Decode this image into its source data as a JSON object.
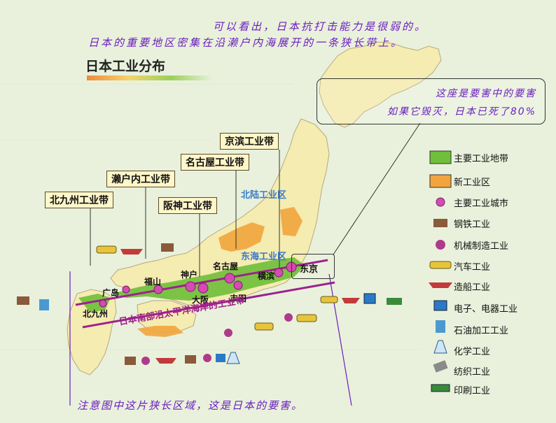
{
  "header": {
    "line1": "可以看出，日本抗打击能力是很弱的。",
    "line2": "日本的重要地区密集在沿濑户内海展开的一条狭长带上。"
  },
  "map_title": "日本工业分布",
  "callout": {
    "line1": "这座是要害中的要害",
    "line2": "如果它毁灭，日本已死了80%"
  },
  "belts": {
    "keihin": "京滨工业带",
    "nagoya": "名古屋工业带",
    "setouchi": "濑户内工业带",
    "hanshin": "阪神工业带",
    "kitakyushu": "北九州工业带",
    "pacific": "日本南部沿太平洋海岸的工业带"
  },
  "regions": {
    "hokuriku": "北陆工业区",
    "tokai": "东海工业区"
  },
  "cities": {
    "kitakyushu": "北九州",
    "hiroshima": "广岛",
    "fukuyama": "福山",
    "kobe": "神户",
    "osaka": "大阪",
    "nagoya": "名古屋",
    "toyota": "丰田",
    "yokohama": "横滨",
    "tokyo": "东京"
  },
  "legend": [
    {
      "icon": "major-industrial-belt-icon",
      "label": "主要工业地带"
    },
    {
      "icon": "new-industrial-zone-icon",
      "label": "新工业区"
    },
    {
      "icon": "major-industrial-city-icon",
      "label": "主要工业城市"
    },
    {
      "icon": "steel-icon",
      "label": "钢铁工业"
    },
    {
      "icon": "machinery-icon",
      "label": "机械制造工业"
    },
    {
      "icon": "car-icon",
      "label": "汽车工业"
    },
    {
      "icon": "ship-icon",
      "label": "造船工业"
    },
    {
      "icon": "electronics-icon",
      "label": "电子、电器工业"
    },
    {
      "icon": "oil-refinery-icon",
      "label": "石油加工工业"
    },
    {
      "icon": "chemical-icon",
      "label": "化学工业"
    },
    {
      "icon": "textile-icon",
      "label": "纺织工业"
    },
    {
      "icon": "printing-icon",
      "label": "印刷工业"
    }
  ],
  "colors": {
    "land": "#f4ecb0",
    "industrial_belt": "#6fbf3a",
    "new_zone": "#f2a53c",
    "city": "#d54ab3",
    "annotation": "#6a1fbf",
    "band": "#a0208c"
  },
  "note": "注意图中这片狭长区域，这是日本的要害。"
}
